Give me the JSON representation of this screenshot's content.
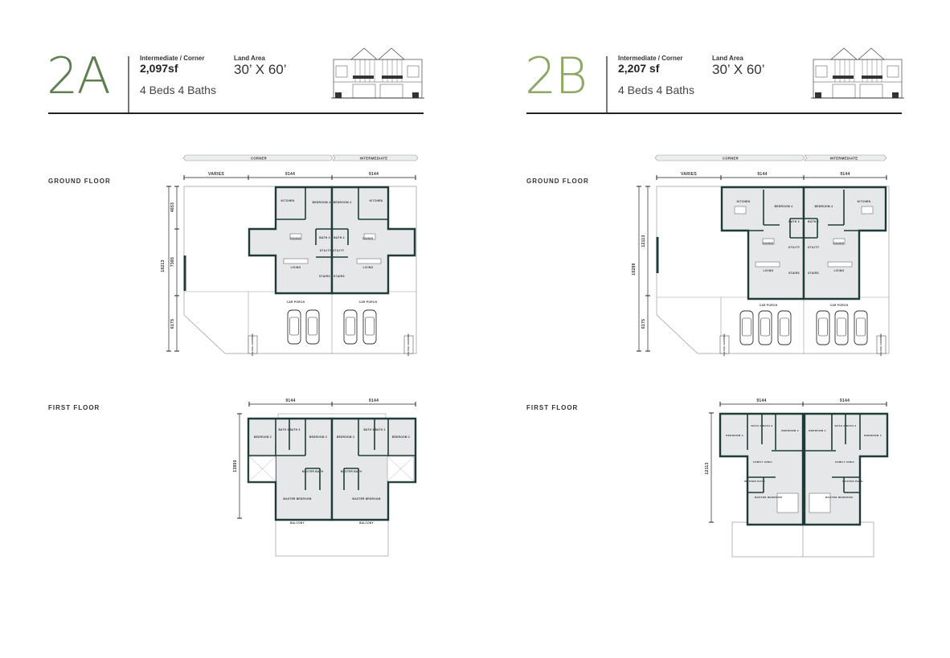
{
  "units": [
    {
      "code": "2A",
      "color": "#5f7f53",
      "type_label": "Intermediate / Corner",
      "size": "2,097sf",
      "land_label": "Land Area",
      "land_value": "30’ X 60’",
      "beds_baths": "4 Beds 4 Baths",
      "ground": {
        "label": "GROUND FLOOR",
        "banner": [
          "CORNER",
          "INTERMEDIATE"
        ],
        "dims_top": [
          "VARIES",
          "9144",
          "9144"
        ],
        "dims_side": [
          "18213",
          "4653",
          "7385",
          "6175"
        ],
        "rooms": [
          "KITCHEN",
          "BEDROOM 4",
          "DINING",
          "BATH 4",
          "UTILITY",
          "LIVING",
          "STAIRS",
          "CAR PORCH"
        ],
        "refuse": "REFUSE CHAMBER"
      },
      "first": {
        "label": "FIRST FLOOR",
        "dims_top": [
          "9144",
          "9144"
        ],
        "dims_side": [
          "13850"
        ],
        "rooms": [
          "BEDROOM 2",
          "BATH 2",
          "BATH 3",
          "BEDROOM 3",
          "MASTER BATH",
          "MASTER BEDROOM",
          "BALCONY"
        ]
      }
    },
    {
      "code": "2B",
      "color": "#8ea764",
      "type_label": "Intermediate / Corner",
      "size": "2,207 sf",
      "land_label": "Land Area",
      "land_value": "30’ X 60’",
      "beds_baths": "4 Beds 4 Baths",
      "ground": {
        "label": "GROUND FLOOR",
        "banner": [
          "CORNER",
          "INTERMEDIATE"
        ],
        "dims_top": [
          "VARIES",
          "9144",
          "9144"
        ],
        "dims_side": [
          "18288",
          "12113",
          "6175"
        ],
        "rooms": [
          "KITCHEN",
          "BEDROOM 4",
          "BATH 4",
          "DINING",
          "UTILITY",
          "LIVING",
          "STAIRS",
          "CAR PORCH"
        ],
        "refuse": "REFUSE CHAMBER"
      },
      "first": {
        "label": "FIRST FLOOR",
        "dims_top": [
          "9144",
          "9144"
        ],
        "dims_side": [
          "12113"
        ],
        "rooms": [
          "BEDROOM 3",
          "BATH 3",
          "BATH 2",
          "BEDROOM 2",
          "FAMILY AREA",
          "MASTER BATH",
          "MASTER BEDROOM"
        ]
      }
    }
  ],
  "colors": {
    "wall": "#1f3b37",
    "floor_fill": "#e6e7e8",
    "outline": "#9a9a9a"
  }
}
